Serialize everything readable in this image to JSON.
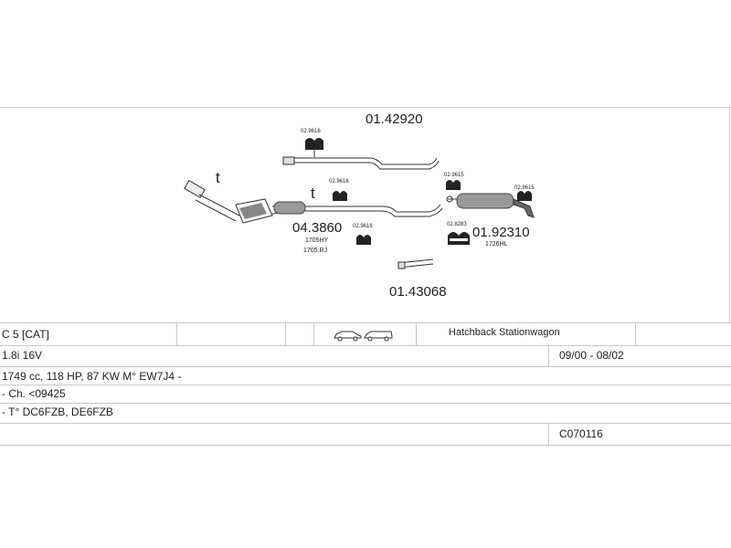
{
  "diagram": {
    "part_top": "01.42920",
    "part_bottom": "01.43068",
    "part_cat": "04.3860",
    "part_cat_sub1": "1705HY",
    "part_cat_sub2": "1705.RJ",
    "part_rear": "01.92310",
    "part_rear_sub": "1726HL",
    "mount_1": "02.9616",
    "mount_2": "02.9616",
    "mount_3": "02.9616",
    "mount_4": "02.9615",
    "mount_5": "02.9615",
    "mount_6": "02.8283",
    "torque_symbol_1": "t",
    "torque_symbol_2": "t",
    "icons": [
      "exhaust-pipe-icon",
      "catalytic-converter-icon",
      "rear-silencer-icon",
      "rubber-mount-icon",
      "clamp-icon",
      "hatchback-car-icon",
      "stationwagon-car-icon"
    ]
  },
  "spec": {
    "row1": {
      "model": "C 5  [CAT]",
      "body_types": "Hatchback Stationwagon"
    },
    "row2": {
      "engine": "1.8i 16V",
      "years": "09/00 - 08/02"
    },
    "row3": {
      "details": "1749 cc, 118 HP, 87 KW M° EW7J4 -"
    },
    "row4": {
      "chassis": "- Ch. <09425"
    },
    "row5": {
      "type_codes": "- T° DC6FZB, DE6FZB"
    },
    "row6": {
      "code": "C070116"
    }
  }
}
